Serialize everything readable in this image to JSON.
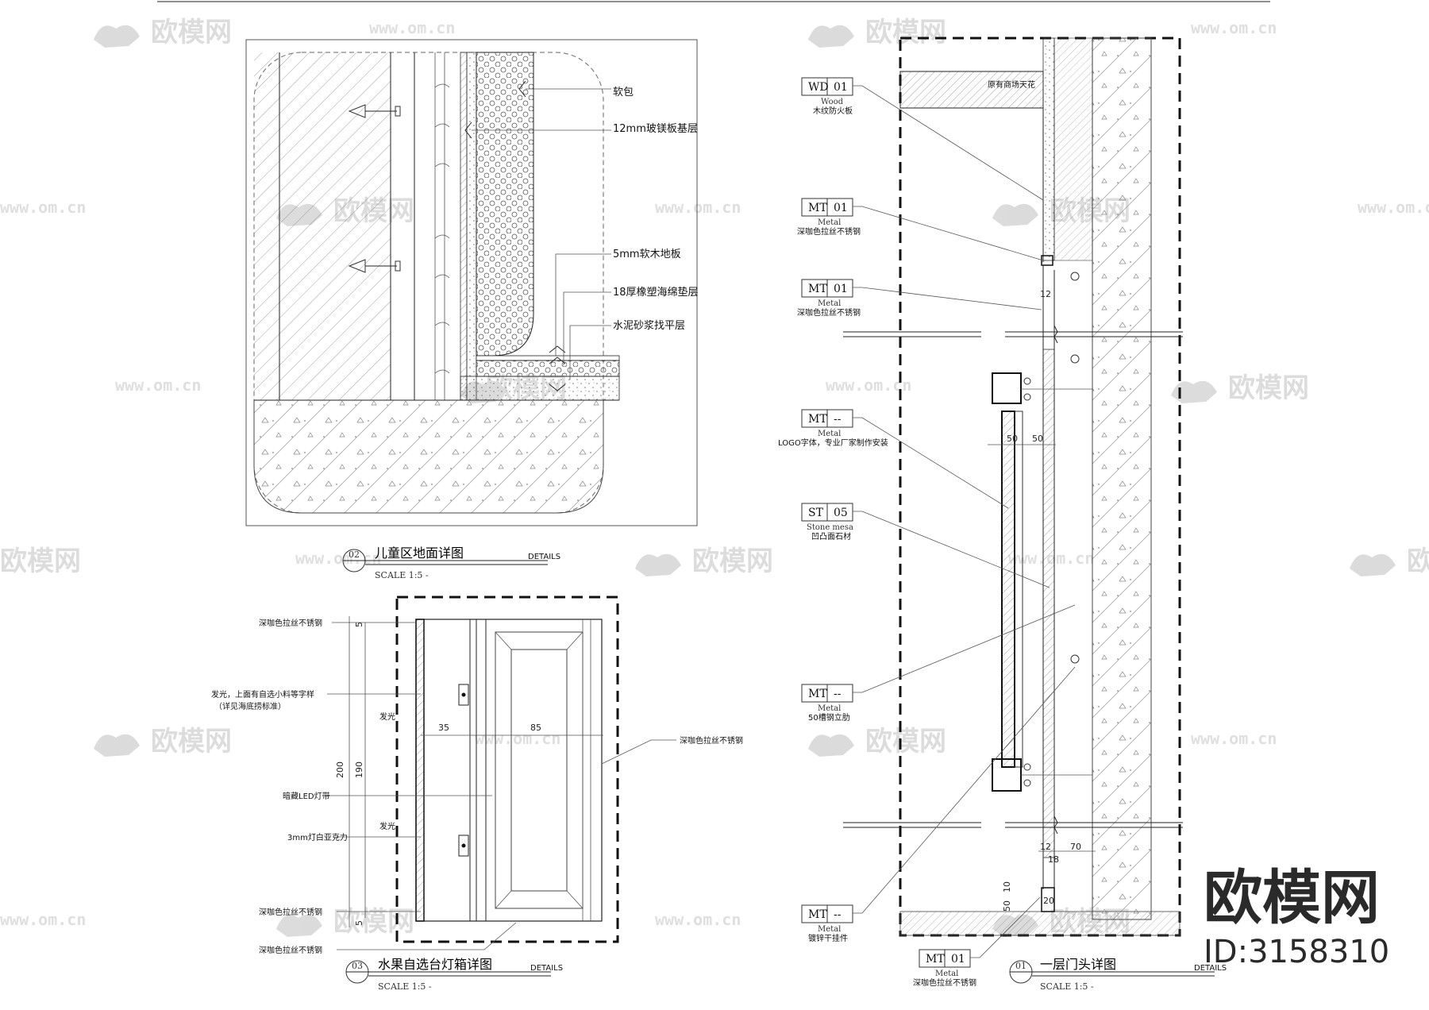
{
  "watermark": {
    "brand": "欧模网",
    "url": "www.om.cn",
    "corner_brand": "欧模网",
    "corner_id": "ID:3158310"
  },
  "detail_02": {
    "number": "02",
    "title": "儿童区地面详图",
    "scale": "SCALE  1:5   -",
    "tag": "DETAILS",
    "labels": [
      "软包",
      "12mm玻镁板基层",
      "5mm软木地板",
      "18厚橡塑海绵垫层",
      "水泥砂浆找平层"
    ]
  },
  "detail_03": {
    "number": "03",
    "title": "水果自选台灯箱详图",
    "scale": "SCALE  1:5   -",
    "tag": "DETAILS",
    "labels": {
      "top_steel": "深咖色拉丝不锈钢",
      "glow_text_1": "发光，上面有自选小料等字样",
      "glow_text_2": "（详见海底捞标准）",
      "glow_a": "发光",
      "led": "暗藏LED灯带",
      "glow_b": "发光",
      "acrylic": "3mm灯白亚克力",
      "bottom_steel_1": "深咖色拉丝不锈钢",
      "bottom_steel_2": "深咖色拉丝不锈钢",
      "right_steel": "深咖色拉丝不锈钢"
    },
    "dims": {
      "d5a": "5",
      "d200": "200",
      "d190": "190",
      "d5b": "5",
      "d35": "35",
      "d85": "85"
    }
  },
  "detail_01": {
    "number": "01",
    "title": "一层门头详图",
    "scale": "SCALE  1:5   -",
    "tag": "DETAILS",
    "ceiling": "原有商场天花",
    "tags": [
      {
        "code": "WD",
        "num": "01",
        "sub": "Wood",
        "desc": "木纹防火板"
      },
      {
        "code": "MT",
        "num": "01",
        "sub": "Metal",
        "desc": "深咖色拉丝不锈钢"
      },
      {
        "code": "MT",
        "num": "01",
        "sub": "Metal",
        "desc": "深咖色拉丝不锈钢"
      },
      {
        "code": "MT",
        "num": "--",
        "sub": "Metal",
        "desc": "LOGO字体，专业厂家制作安装"
      },
      {
        "code": "ST",
        "num": "05",
        "sub": "Stone mesa",
        "desc": "凹凸面石材"
      },
      {
        "code": "MT",
        "num": "--",
        "sub": "Metal",
        "desc": "50槽钢立肋"
      },
      {
        "code": "MT",
        "num": "--",
        "sub": "Metal",
        "desc": "镀锌干挂件"
      },
      {
        "code": "MT",
        "num": "01",
        "sub": "Metal",
        "desc": "深咖色拉丝不锈钢"
      }
    ],
    "dims": {
      "d12a": "12",
      "d50a": "50",
      "d50b": "50",
      "d12b": "12",
      "d18": "18",
      "d70": "70",
      "d10": "10",
      "d50c": "50",
      "d20": "20"
    }
  }
}
